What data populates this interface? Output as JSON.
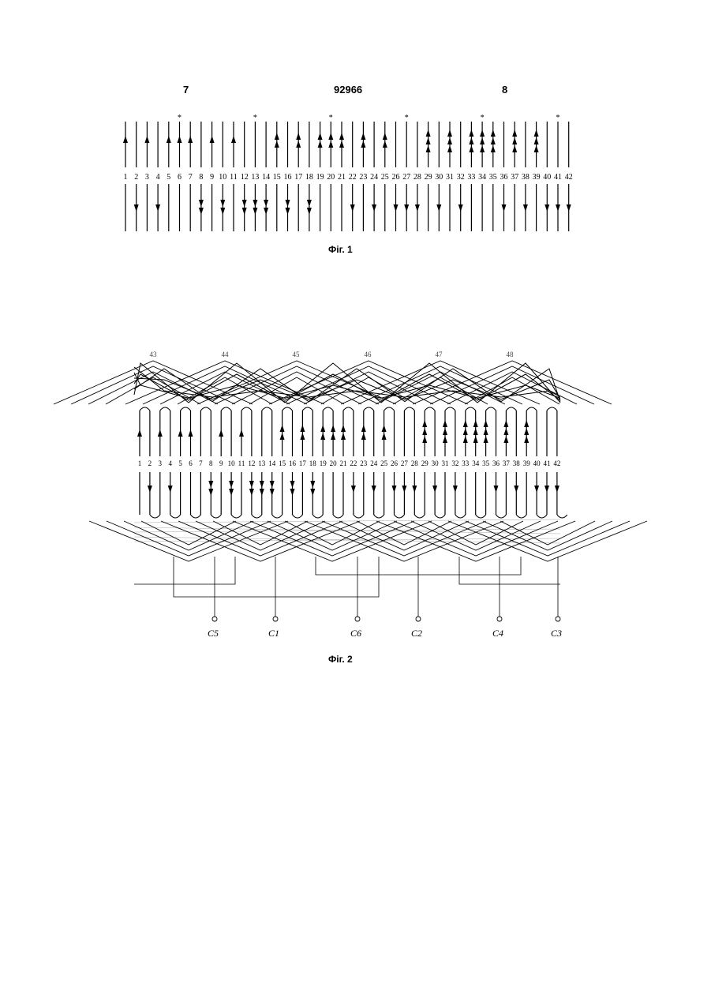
{
  "header": {
    "left_page": "7",
    "patent_no": "92966",
    "right_page": "8"
  },
  "fig1": {
    "caption": "Фіг. 1",
    "slots": [
      {
        "n": 1,
        "up": 1,
        "down": 0
      },
      {
        "n": 2,
        "up": 0,
        "down": 1
      },
      {
        "n": 3,
        "up": 1,
        "down": 0
      },
      {
        "n": 4,
        "up": 0,
        "down": 1
      },
      {
        "n": 5,
        "up": 1,
        "down": 0
      },
      {
        "n": 6,
        "up": 1,
        "down": 0,
        "star": true
      },
      {
        "n": 7,
        "up": 1,
        "down": 0
      },
      {
        "n": 8,
        "up": 0,
        "down": 2
      },
      {
        "n": 9,
        "up": 1,
        "down": 0
      },
      {
        "n": 10,
        "up": 0,
        "down": 2
      },
      {
        "n": 11,
        "up": 1,
        "down": 0
      },
      {
        "n": 12,
        "up": 0,
        "down": 2
      },
      {
        "n": 13,
        "up": 0,
        "down": 2,
        "star": true
      },
      {
        "n": 14,
        "up": 0,
        "down": 2
      },
      {
        "n": 15,
        "up": 2,
        "down": 0
      },
      {
        "n": 16,
        "up": 0,
        "down": 2
      },
      {
        "n": 17,
        "up": 2,
        "down": 0
      },
      {
        "n": 18,
        "up": 0,
        "down": 2
      },
      {
        "n": 19,
        "up": 2,
        "down": 0
      },
      {
        "n": 20,
        "up": 2,
        "down": 0,
        "star": true
      },
      {
        "n": 21,
        "up": 2,
        "down": 0
      },
      {
        "n": 22,
        "up": 0,
        "down": 1
      },
      {
        "n": 23,
        "up": 2,
        "down": 0
      },
      {
        "n": 24,
        "up": 0,
        "down": 1
      },
      {
        "n": 25,
        "up": 2,
        "down": 0
      },
      {
        "n": 26,
        "up": 0,
        "down": 1
      },
      {
        "n": 27,
        "up": 0,
        "down": 1,
        "star": true
      },
      {
        "n": 28,
        "up": 0,
        "down": 1
      },
      {
        "n": 29,
        "up": 3,
        "down": 0
      },
      {
        "n": 30,
        "up": 0,
        "down": 1
      },
      {
        "n": 31,
        "up": 3,
        "down": 0
      },
      {
        "n": 32,
        "up": 0,
        "down": 1
      },
      {
        "n": 33,
        "up": 3,
        "down": 0
      },
      {
        "n": 34,
        "up": 3,
        "down": 0,
        "star": true
      },
      {
        "n": 35,
        "up": 3,
        "down": 0
      },
      {
        "n": 36,
        "up": 0,
        "down": 1
      },
      {
        "n": 37,
        "up": 3,
        "down": 0
      },
      {
        "n": 38,
        "up": 0,
        "down": 1
      },
      {
        "n": 39,
        "up": 3,
        "down": 0
      },
      {
        "n": 40,
        "up": 0,
        "down": 1
      },
      {
        "n": 41,
        "up": 0,
        "down": 1,
        "star": true
      },
      {
        "n": 42,
        "up": 0,
        "down": 1
      }
    ]
  },
  "fig2": {
    "caption": "Фіг. 2",
    "groups": [
      "43",
      "44",
      "45",
      "46",
      "47",
      "48"
    ],
    "slots": [
      {
        "n": 1,
        "up": 1,
        "down": 0
      },
      {
        "n": 2,
        "up": 0,
        "down": 1
      },
      {
        "n": 3,
        "up": 1,
        "down": 0
      },
      {
        "n": 4,
        "up": 0,
        "down": 1
      },
      {
        "n": 5,
        "up": 1,
        "down": 0
      },
      {
        "n": 6,
        "up": 1,
        "down": 0
      },
      {
        "n": 7,
        "up": 0,
        "down": 0
      },
      {
        "n": 8,
        "up": 0,
        "down": 2
      },
      {
        "n": 9,
        "up": 1,
        "down": 0
      },
      {
        "n": 10,
        "up": 0,
        "down": 2
      },
      {
        "n": 11,
        "up": 1,
        "down": 0
      },
      {
        "n": 12,
        "up": 0,
        "down": 2
      },
      {
        "n": 13,
        "up": 0,
        "down": 2
      },
      {
        "n": 14,
        "up": 0,
        "down": 2
      },
      {
        "n": 15,
        "up": 2,
        "down": 0
      },
      {
        "n": 16,
        "up": 0,
        "down": 2
      },
      {
        "n": 17,
        "up": 2,
        "down": 0
      },
      {
        "n": 18,
        "up": 0,
        "down": 2
      },
      {
        "n": 19,
        "up": 2,
        "down": 0
      },
      {
        "n": 20,
        "up": 2,
        "down": 0
      },
      {
        "n": 21,
        "up": 2,
        "down": 0
      },
      {
        "n": 22,
        "up": 0,
        "down": 1
      },
      {
        "n": 23,
        "up": 2,
        "down": 0
      },
      {
        "n": 24,
        "up": 0,
        "down": 1
      },
      {
        "n": 25,
        "up": 2,
        "down": 0
      },
      {
        "n": 26,
        "up": 0,
        "down": 1
      },
      {
        "n": 27,
        "up": 0,
        "down": 1
      },
      {
        "n": 28,
        "up": 0,
        "down": 1
      },
      {
        "n": 29,
        "up": 3,
        "down": 0
      },
      {
        "n": 30,
        "up": 0,
        "down": 1
      },
      {
        "n": 31,
        "up": 3,
        "down": 0
      },
      {
        "n": 32,
        "up": 0,
        "down": 1
      },
      {
        "n": 33,
        "up": 3,
        "down": 0
      },
      {
        "n": 34,
        "up": 3,
        "down": 0
      },
      {
        "n": 35,
        "up": 3,
        "down": 0
      },
      {
        "n": 36,
        "up": 0,
        "down": 1
      },
      {
        "n": 37,
        "up": 3,
        "down": 0
      },
      {
        "n": 38,
        "up": 0,
        "down": 1
      },
      {
        "n": 39,
        "up": 3,
        "down": 0
      },
      {
        "n": 40,
        "up": 0,
        "down": 1
      },
      {
        "n": 41,
        "up": 0,
        "down": 1
      },
      {
        "n": 42,
        "up": 0,
        "down": 1
      }
    ],
    "terminals": [
      "C5",
      "C1",
      "C6",
      "C2",
      "C4",
      "C3"
    ]
  }
}
